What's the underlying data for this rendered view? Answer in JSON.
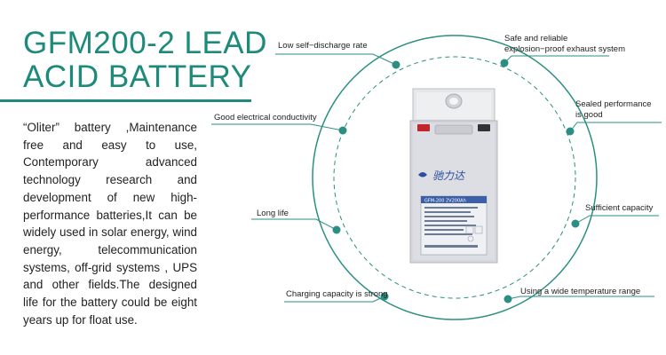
{
  "title": {
    "line1": "GFM200-2  LEAD",
    "line2": "ACID BATTERY"
  },
  "description": "“Oliter” battery ,Maintenance free and easy to use, Contemporary advanced technology research and development of new high-performance batteries,It can be widely used in solar energy, wind energy, telecommunication systems, off-grid systems , UPS and other fields.The designed life for the battery could be eight years up for float use.",
  "features": {
    "low_self_discharge": "Low self−discharge rate",
    "explosion_proof": "Safe and reliable explosion−proof exhaust system",
    "conductivity": "Good electrical conductivity",
    "sealed": "Sealed performance is good",
    "long_life": "Long life",
    "capacity": "Sufficient capacity",
    "charging": "Charging capacity is strong",
    "temperature": "Using a wide temperature range"
  },
  "battery": {
    "brand_label": "驰力达",
    "label_header": "GFM-200  2V200Ah"
  },
  "colors": {
    "accent": "#1d8a7a",
    "line": "#2a8f82",
    "battery_body": "#d5d7dd"
  }
}
